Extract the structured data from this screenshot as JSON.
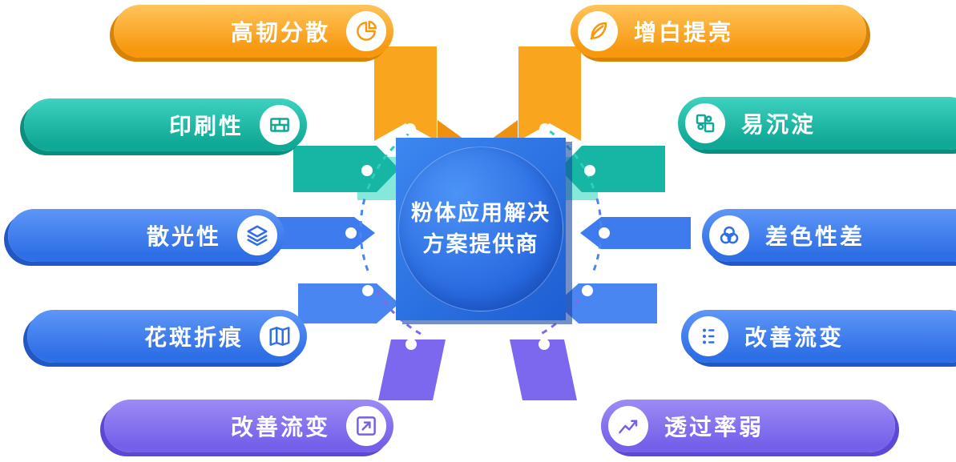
{
  "center": {
    "title_line1": "粉体应用解决",
    "title_line2": "方案提供商"
  },
  "left_items": [
    {
      "label": "高韧分散",
      "icon": "pie-chart-icon",
      "color": "#F7980F"
    },
    {
      "label": "印刷性",
      "icon": "bricks-icon",
      "color": "#10A896"
    },
    {
      "label": "散光性",
      "icon": "layers-icon",
      "color": "#2F6FE6"
    },
    {
      "label": "花斑折痕",
      "icon": "folded-map-icon",
      "color": "#2F6FE6"
    },
    {
      "label": "改善流变",
      "icon": "arrow-up-right-icon",
      "color": "#7561E9"
    }
  ],
  "right_items": [
    {
      "label": "增白提亮",
      "icon": "leaf-icon",
      "color": "#F7980F"
    },
    {
      "label": "易沉淀",
      "icon": "puzzle-icon",
      "color": "#10A896"
    },
    {
      "label": "差色性差",
      "icon": "three-circles-icon",
      "color": "#2F6FE6"
    },
    {
      "label": "改善流变",
      "icon": "sliders-list-icon",
      "color": "#2F6FE6"
    },
    {
      "label": "透过率弱",
      "icon": "line-chart-icon",
      "color": "#7561E9"
    }
  ],
  "colors": {
    "orange": "#F7980F",
    "orange_dark": "#D98305",
    "teal": "#10A896",
    "teal_dark": "#0A8E7E",
    "blue": "#2F6FE6",
    "blue_dark": "#2257C5",
    "purple": "#7561E9",
    "purple_dark": "#5D48D6",
    "center_blue": "#2767DE"
  }
}
